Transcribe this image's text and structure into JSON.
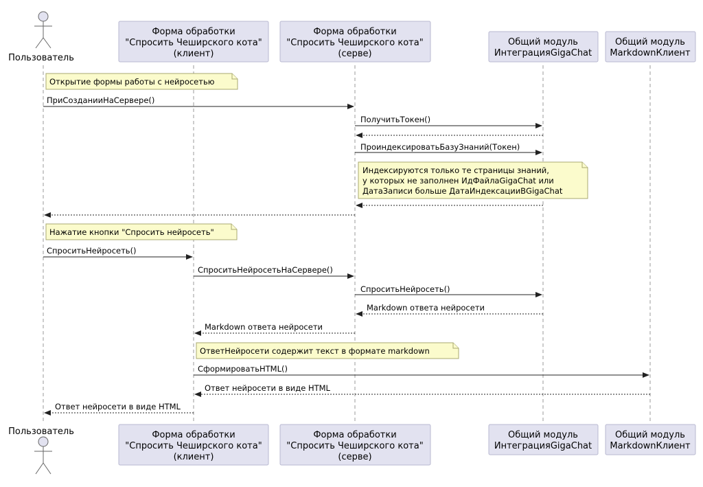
{
  "participants": [
    {
      "id": "user",
      "kind": "actor",
      "label": "Пользователь"
    },
    {
      "id": "client",
      "kind": "box",
      "lines": [
        "Форма обработки",
        "\"Спросить Чеширского кота\"",
        "(клиент)"
      ]
    },
    {
      "id": "server",
      "kind": "box",
      "lines": [
        "Форма обработки",
        "\"Спросить Чеширского кота\"",
        "(серве)"
      ]
    },
    {
      "id": "giga",
      "kind": "box",
      "lines": [
        "Общий модуль",
        "ИнтеграцияGigaChat"
      ]
    },
    {
      "id": "md",
      "kind": "box",
      "lines": [
        "Общий модуль",
        "MarkdownКлиент"
      ]
    }
  ],
  "messages": [
    {
      "from": "user",
      "to": "server",
      "label": "ПриСозданииНаСервере()",
      "dashed": false
    },
    {
      "from": "server",
      "to": "giga",
      "label": "ПолучитьТокен()",
      "dashed": false
    },
    {
      "from": "giga",
      "to": "server",
      "label": "",
      "dashed": true
    },
    {
      "from": "server",
      "to": "giga",
      "label": "ПроиндексироватьБазуЗнаний(Токен)",
      "dashed": false
    },
    {
      "from": "giga",
      "to": "server",
      "label": "",
      "dashed": true
    },
    {
      "from": "server",
      "to": "user",
      "label": "",
      "dashed": true
    },
    {
      "from": "user",
      "to": "client",
      "label": "СпроситьНейросеть()",
      "dashed": false
    },
    {
      "from": "client",
      "to": "server",
      "label": "СпроситьНейросетьНаСервере()",
      "dashed": false
    },
    {
      "from": "server",
      "to": "giga",
      "label": "СпроситьНейросеть()",
      "dashed": false
    },
    {
      "from": "giga",
      "to": "server",
      "label": "Markdown ответа нейросети",
      "dashed": true
    },
    {
      "from": "server",
      "to": "client",
      "label": "Markdown ответа нейросети",
      "dashed": true
    },
    {
      "from": "client",
      "to": "md",
      "label": "СформироватьHTML()",
      "dashed": false
    },
    {
      "from": "md",
      "to": "client",
      "label": "Ответ нейросети в виде HTML",
      "dashed": true
    },
    {
      "from": "client",
      "to": "user",
      "label": "Ответ нейросети в виде HTML",
      "dashed": true
    }
  ],
  "notes": [
    {
      "over": "user",
      "lines": [
        "Открытие формы работы с нейросетью"
      ]
    },
    {
      "over": "server",
      "lines": [
        "Индексируются только те страницы знаний,",
        "у которых не заполнен ИдФайлаGigaChat или",
        "ДатаЗаписи больше ДатаИндексацииВGigaChat"
      ]
    },
    {
      "over": "user",
      "lines": [
        "Нажатие кнопки \"Спросить нейросеть\""
      ]
    },
    {
      "over": "client",
      "lines": [
        "ОтветНейросети содержит текст в формате markdown"
      ]
    }
  ]
}
